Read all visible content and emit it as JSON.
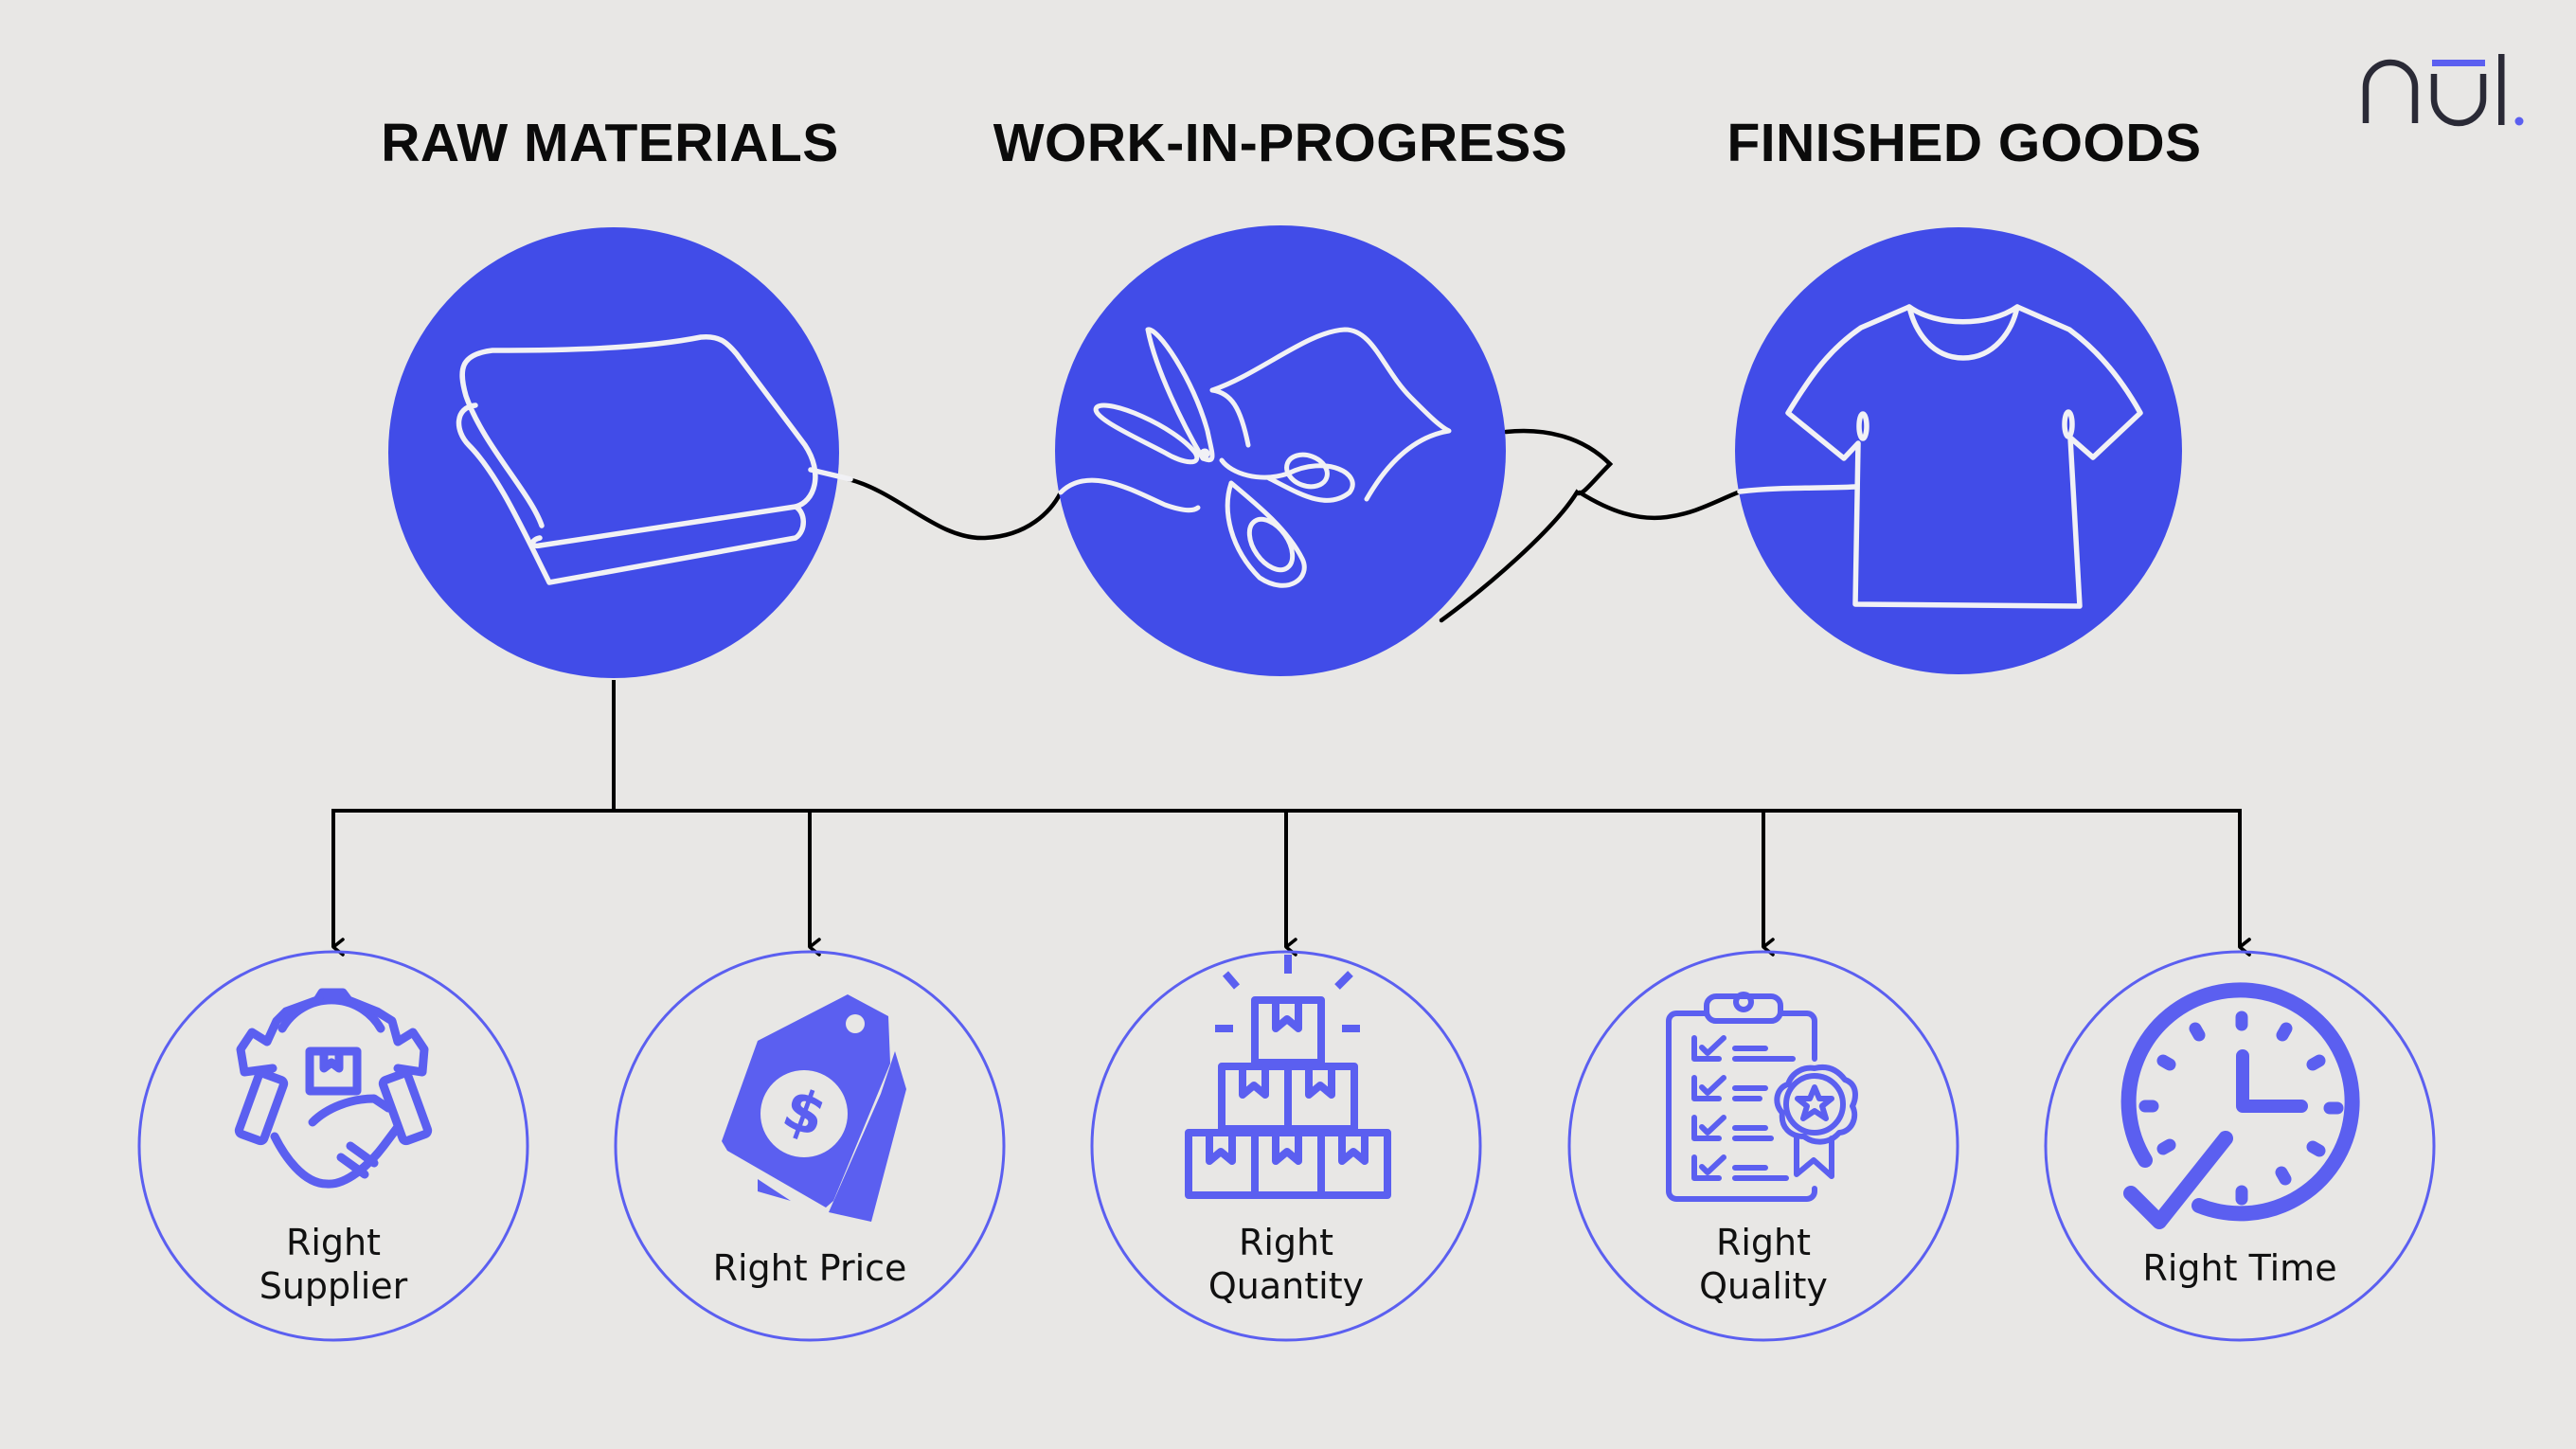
{
  "brand": {
    "logo_text": "nūl.",
    "colors": {
      "primary_blue": "#414ce8",
      "icon_blue": "#5b5ff0",
      "logo_dark": "#2a2a36",
      "background": "#e8e7e5",
      "line": "#000000"
    }
  },
  "stages": [
    {
      "title": "RAW MATERIALS",
      "icon": "folded-fabric-icon"
    },
    {
      "title": "WORK-IN-PROGRESS",
      "icon": "scissors-cutting-fabric-icon"
    },
    {
      "title": "FINISHED GOODS",
      "icon": "t-shirt-icon"
    }
  ],
  "criteria": [
    {
      "line1": "Right",
      "line2": "Supplier",
      "icon": "handshake-gear-icon"
    },
    {
      "line1": "Right Price",
      "line2": "",
      "icon": "price-tag-icon"
    },
    {
      "line1": "Right",
      "line2": "Quantity",
      "icon": "stacked-boxes-icon"
    },
    {
      "line1": "Right",
      "line2": "Quality",
      "icon": "checklist-badge-icon"
    },
    {
      "line1": "Right Time",
      "line2": "",
      "icon": "clock-check-icon"
    }
  ]
}
